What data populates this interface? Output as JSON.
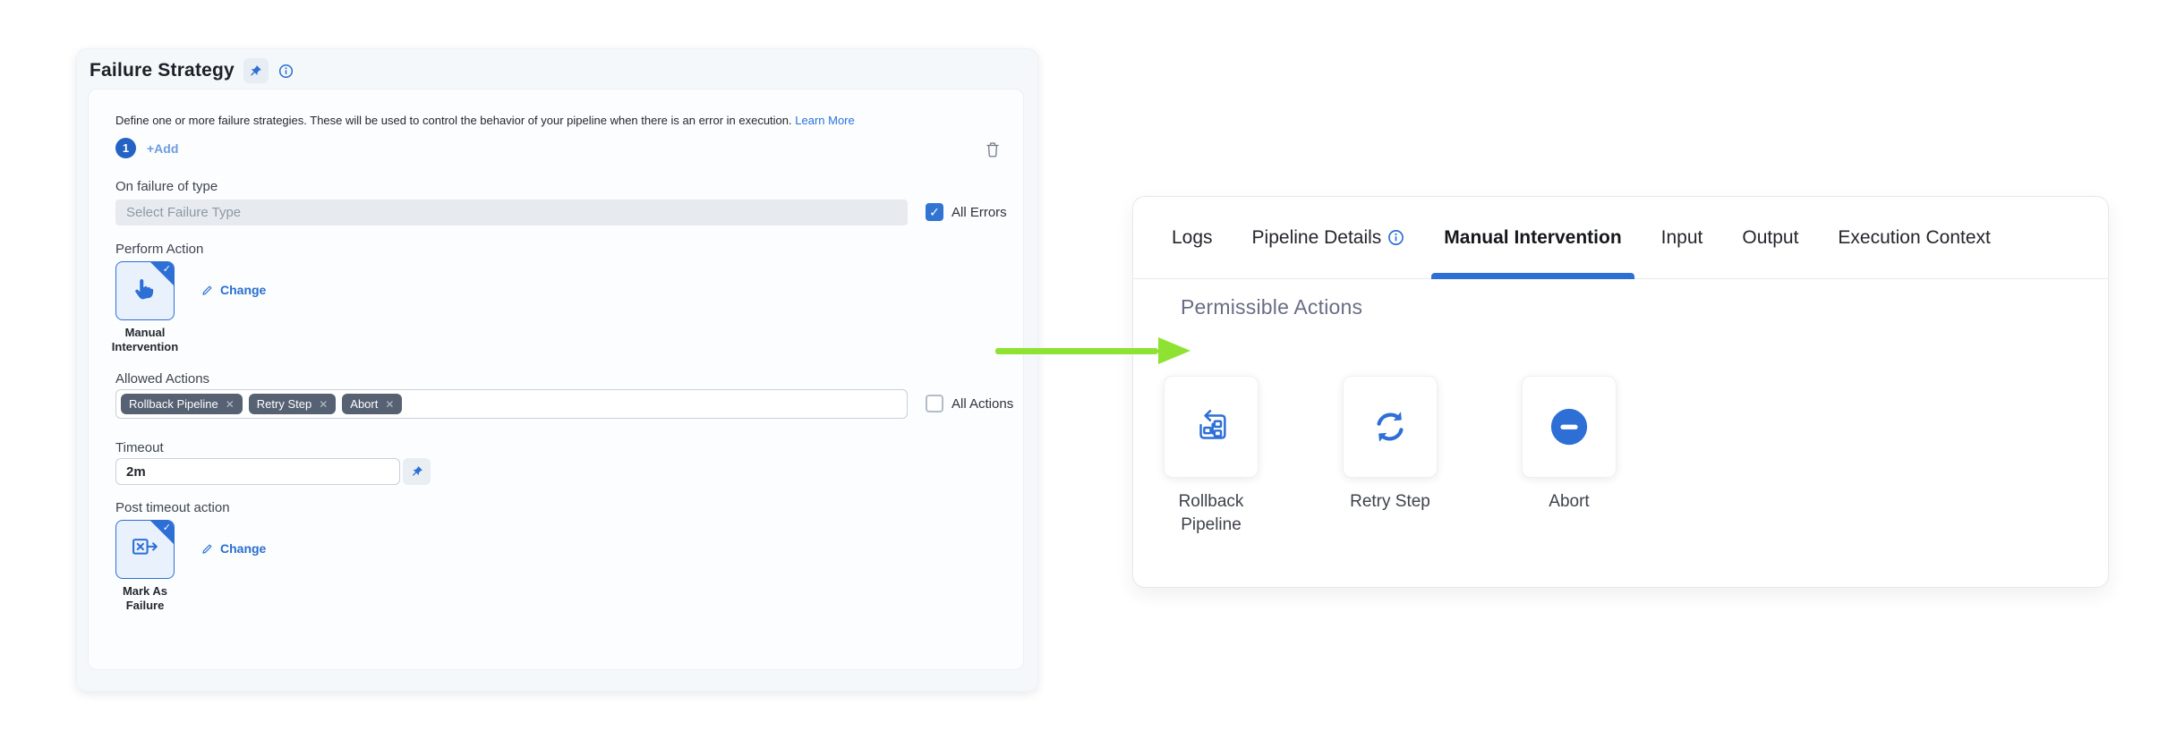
{
  "colors": {
    "accent_blue": "#2e6fd6",
    "link_blue": "#2a72dd",
    "arrow_green": "#8ee231",
    "tag_bg": "#566273",
    "badge_blue": "#2463c3",
    "card_bg": "#f4f8fb"
  },
  "left_panel": {
    "title": "Failure Strategy",
    "description": "Define one or more failure strategies. These will be used to control the behavior of your pipeline when there is an error in execution. ",
    "learn_more_label": "Learn More",
    "step_badge": "1",
    "add_label": "+Add",
    "fields": {
      "failure_type": {
        "label": "On failure of type",
        "placeholder": "Select Failure Type",
        "all_errors_label": "All Errors",
        "all_errors_checked": true
      },
      "perform_action": {
        "label": "Perform Action",
        "selected_action": "Manual Intervention",
        "change_label": "Change"
      },
      "allowed_actions": {
        "label": "Allowed Actions",
        "tags": [
          "Rollback Pipeline",
          "Retry Step",
          "Abort"
        ],
        "remove_glyph": "✕",
        "all_actions_label": "All Actions",
        "all_actions_checked": false
      },
      "timeout": {
        "label": "Timeout",
        "value": "2m"
      },
      "post_timeout_action": {
        "label": "Post timeout action",
        "selected_action": "Mark As Failure",
        "change_label": "Change"
      }
    }
  },
  "right_panel": {
    "tabs": [
      {
        "label": "Logs"
      },
      {
        "label": "Pipeline Details"
      },
      {
        "label": "Manual Intervention"
      },
      {
        "label": "Input"
      },
      {
        "label": "Output"
      },
      {
        "label": "Execution Context"
      }
    ],
    "active_tab": "Manual Intervention",
    "heading": "Permissible Actions",
    "actions": [
      {
        "label": "Rollback Pipeline",
        "icon": "rollback-pipeline-icon"
      },
      {
        "label": "Retry Step",
        "icon": "retry-step-icon"
      },
      {
        "label": "Abort",
        "icon": "abort-icon"
      }
    ]
  }
}
